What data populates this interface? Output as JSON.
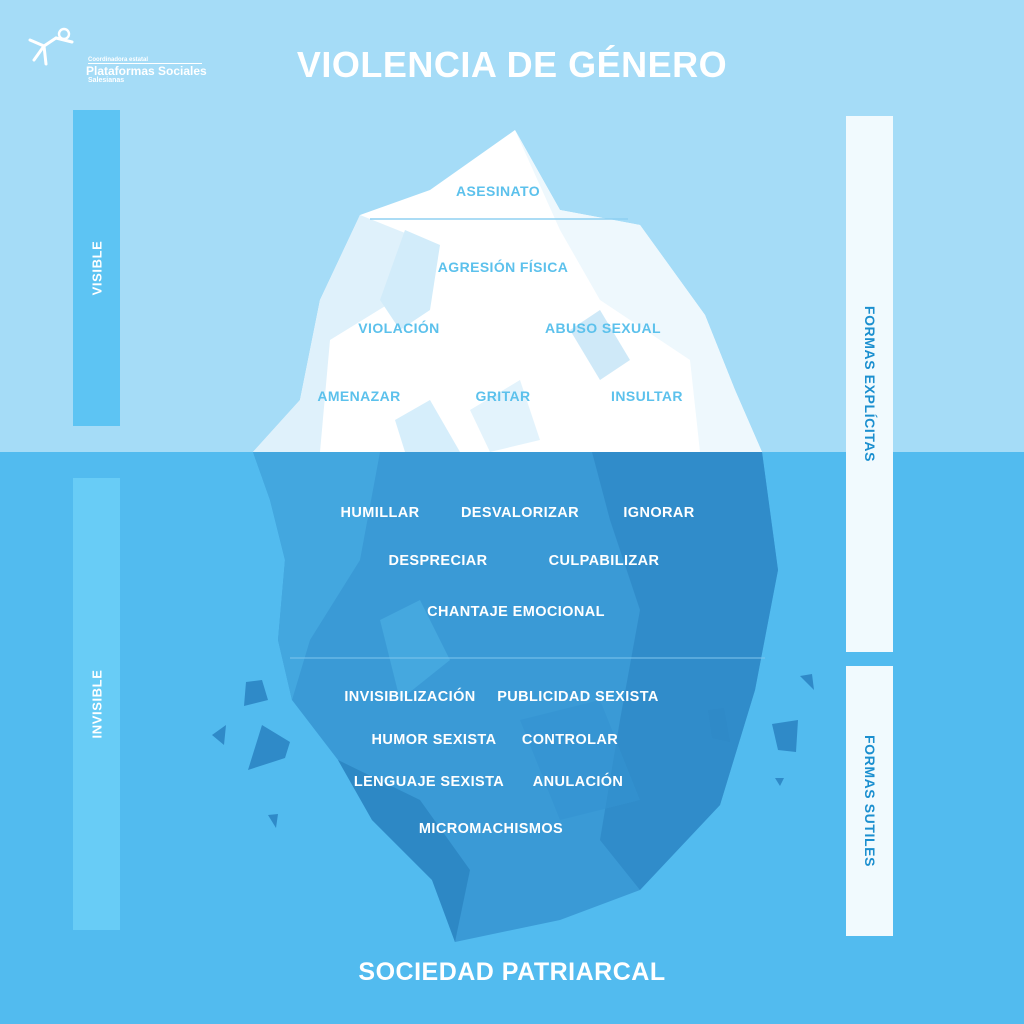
{
  "logo": {
    "line1": "Coordinadora estatal",
    "line2": "Plataformas Sociales",
    "line3": "Salesianas"
  },
  "title": "VIOLENCIA DE GÉNERO",
  "left_labels": {
    "visible": "VISIBLE",
    "invisible": "INVISIBLE"
  },
  "right_labels": {
    "explicit": "FORMAS EXPLÍCITAS",
    "subtle": "FORMAS SUTILES"
  },
  "iceberg": {
    "tip": {
      "asesinato": "ASESINATO"
    },
    "visible": {
      "agresion": "AGRESIÓN FÍSICA",
      "violacion": "VIOLACIÓN",
      "abuso": "ABUSO SEXUAL",
      "amenazar": "AMENAZAR",
      "gritar": "GRITAR",
      "insultar": "INSULTAR"
    },
    "explicit_hidden": {
      "humillar": "HUMILLAR",
      "desvalorizar": "DESVALORIZAR",
      "ignorar": "IGNORAR",
      "despreciar": "DESPRECIAR",
      "culpabilizar": "CULPABILIZAR",
      "chantaje": "CHANTAJE EMOCIONAL"
    },
    "subtle": {
      "invisibilizacion": "INVISIBILIZACIÓN",
      "publicidad": "PUBLICIDAD SEXISTA",
      "humor": "HUMOR SEXISTA",
      "controlar": "CONTROLAR",
      "lenguaje": "LENGUAJE SEXISTA",
      "anulacion": "ANULACIÓN",
      "micromachismos": "MICROMACHISMOS"
    }
  },
  "footer": "SOCIEDAD PATRIARCAL",
  "colors": {
    "sky": "#a5dcf7",
    "sea": "#52bbef",
    "iceberg_top": "#ffffff",
    "iceberg_under": "#3a9dd8",
    "top_text": "#5cc1ec",
    "right_bar_text": "#1b8fcf"
  }
}
